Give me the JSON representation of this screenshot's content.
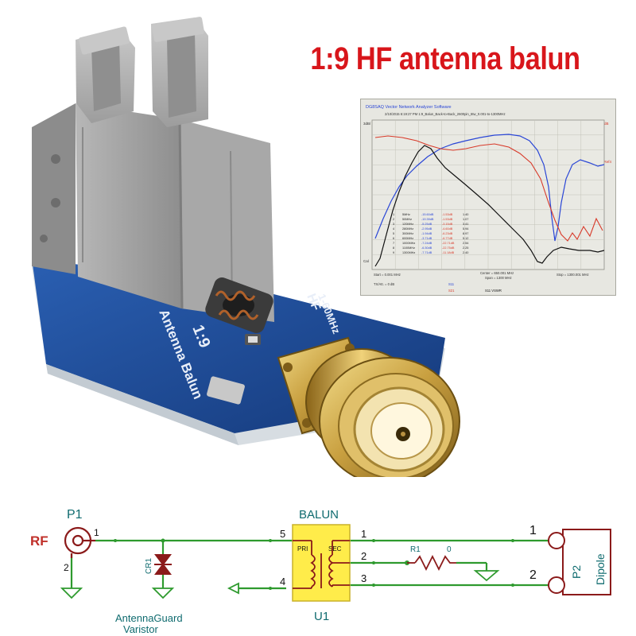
{
  "title": "1:9 HF antenna balun",
  "colors": {
    "title": "#d8161b",
    "pcb": "#1f4f9a",
    "terminal": "#a8a8a8",
    "sma_gold": "#caa44a",
    "wire": "#2e9a2e",
    "component": "#8b1a1a",
    "balun_box": "#ffec4a",
    "schem_text": "#0f6b6f",
    "trace_black": "#111111",
    "trace_blue": "#2a46d6",
    "trace_red": "#d83a2a"
  },
  "pcb_silk": {
    "line1": "Antenna Balun",
    "line2": "1:9",
    "line3": "HF",
    "line4": "1-60MHz"
  },
  "vna": {
    "header_title": "DG8SAQ Vector Network Analyzer Software",
    "header_info": "2/10/2015 6:19:27 PM   1:9_Balun_Back-to-Back_2600pin_6tw_0.001-to-1300MHz",
    "left_label_top": "3dB/",
    "left_label_cal": "Cal",
    "right_label_top": "dB",
    "right_label_ref": "rRef4",
    "footer_start": "Start = 0.001 MHz",
    "footer_center": "Center = 650.001 MHz",
    "footer_span": "Span = 1300 MHz",
    "footer_stop": "Stop = 1300.001 MHz",
    "footer_ref": "TX/Att. = 0 dB",
    "legend": [
      {
        "name": "S11",
        "color": "#2a46d6"
      },
      {
        "name": "S21",
        "color": "#d83a2a"
      },
      {
        "name": "S11   VSWR",
        "color": "#111111"
      }
    ],
    "marker_table": [
      [
        "1",
        "5MHz",
        "-15.60dB",
        "-1.53dB",
        "1.40"
      ],
      [
        "2",
        "50MHz",
        "-19.39dB",
        "-1.53dB",
        "1.07"
      ],
      [
        "3",
        "120MHz",
        "-5.25dB",
        "-3.15dB",
        "3.41"
      ],
      [
        "4",
        "280MHz",
        "-2.95dB",
        "-4.60dB",
        "5.94"
      ],
      [
        "5",
        "300MHz",
        "-1.94dB",
        "-6.23dB",
        "8.97"
      ],
      [
        "6",
        "600MHz",
        "-3.71dB",
        "-6.77dB",
        "5.12"
      ],
      [
        "7",
        "1000MHz",
        "-7.24dB",
        "-22.71dB",
        "2.54"
      ],
      [
        "8",
        "1100MHz",
        "-6.30dB",
        "-22.75dB",
        "2.25"
      ],
      [
        "9",
        "1300MHz",
        "-7.71dB",
        "-11.18dB",
        "2.40"
      ]
    ]
  },
  "schematic": {
    "rf_label": "RF",
    "p1_label": "P1",
    "p1_pin1": "1",
    "p1_pin2": "2",
    "cr1_label": "CR1",
    "balun_label": "BALUN",
    "balun_pri": "PRI",
    "balun_sec": "SEC",
    "balun_pin_5": "5",
    "balun_pin_4": "4",
    "balun_pin_1": "1",
    "balun_pin_2": "2",
    "balun_pin_3": "3",
    "u1_label": "U1",
    "r1_label": "R1",
    "r1_value": "0",
    "p2_label": "P2",
    "p2_pin1": "1",
    "p2_pin2": "2",
    "dipole_label": "Dipole",
    "guard_line1": "AntennaGuard",
    "guard_line2": "Varistor"
  }
}
